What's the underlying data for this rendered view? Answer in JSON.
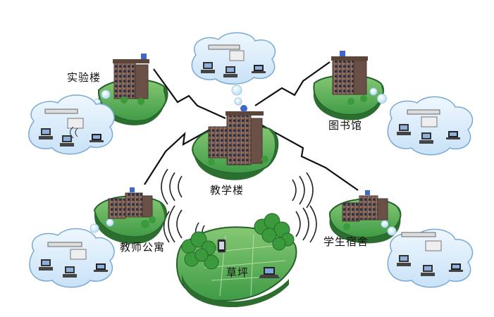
{
  "nodes": {
    "lab": {
      "label": "实验楼"
    },
    "library": {
      "label": "图书馆"
    },
    "teaching": {
      "label": "教学楼"
    },
    "faculty": {
      "label": "教师公寓"
    },
    "dorm": {
      "label": "学生宿舍"
    },
    "lawn": {
      "label": "草坪"
    }
  },
  "colors": {
    "lawn": "#2f8a3c",
    "lawn_light": "#7cc36b",
    "building": "#8a6a5a",
    "building_dark": "#5b4438",
    "window": "#2b2f44",
    "cloud": "#d8ecfa",
    "cloud_edge": "#7aa9d6",
    "link": "#111111",
    "tree": "#3a9a3a"
  }
}
